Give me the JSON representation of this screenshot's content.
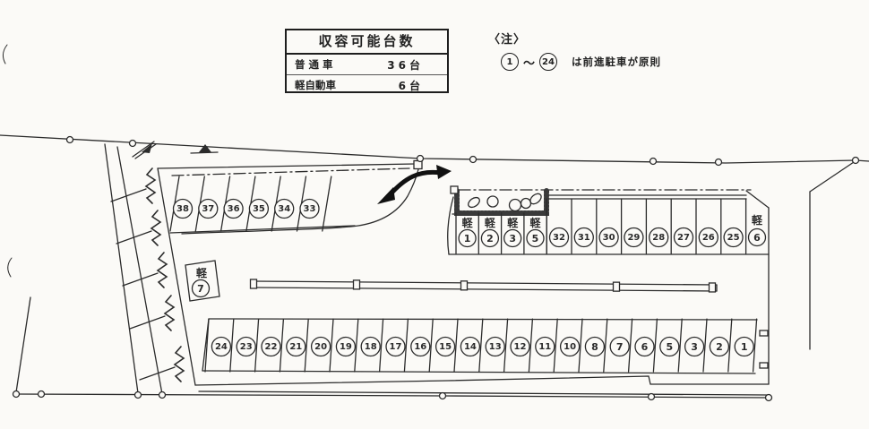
{
  "capacity_table": {
    "title": "収容可能台数",
    "rows": [
      {
        "label": "普 通 車",
        "value": "36台"
      },
      {
        "label": "軽自動車",
        "value": "6台"
      }
    ]
  },
  "note": {
    "heading": "〈注〉",
    "range_start": "1",
    "tilde": "〜",
    "range_end": "24",
    "text": "は前進駐車が原則"
  },
  "stalls": {
    "kei_prefix": "軽",
    "top_row": [
      "38",
      "37",
      "36",
      "35",
      "34",
      "33"
    ],
    "kei_upper": [
      "1",
      "2",
      "3",
      "5"
    ],
    "upper_right": [
      "32",
      "31",
      "30",
      "29",
      "28",
      "27",
      "26",
      "25"
    ],
    "kei_right": "6",
    "kei_side": "7",
    "bottom_row": [
      "24",
      "23",
      "22",
      "21",
      "20",
      "19",
      "18",
      "17",
      "16",
      "15",
      "14",
      "13",
      "12",
      "11",
      "10",
      "8",
      "7",
      "6",
      "5",
      "3",
      "2",
      "1"
    ]
  },
  "colors": {
    "ink": "#2b2b2b",
    "paper": "#fbfaf7"
  }
}
